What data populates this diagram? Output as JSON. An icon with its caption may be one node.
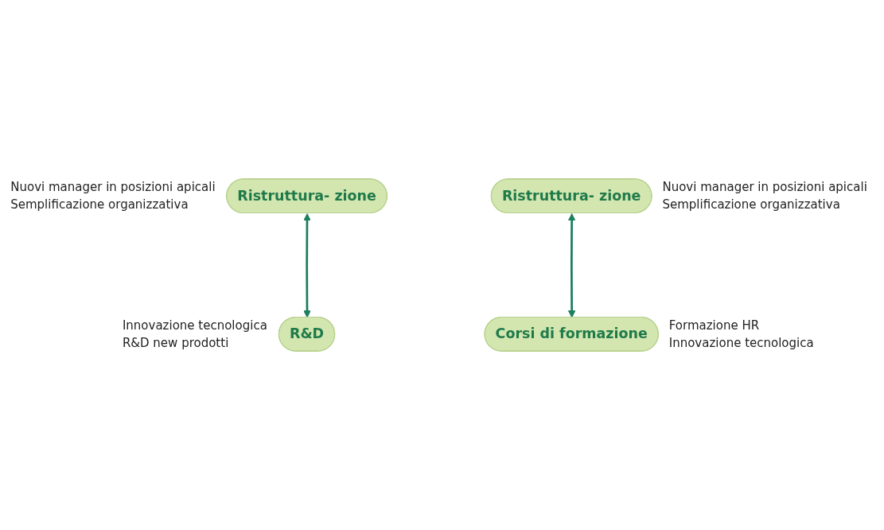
{
  "diagram": {
    "nodes": [
      {
        "text": [
          "Ristruttura- zione"
        ],
        "beside": [
          "Nuovi manager in posizioni apicali",
          "Semplificazione organizzativa"
        ]
      },
      {
        "text": [
          "Ristruttura- zione"
        ],
        "beside": [
          "Nuovi manager in posizioni apicali",
          "Semplificazione organizzativa"
        ]
      },
      {
        "text": [
          "Corsi di formazione"
        ],
        "beside": [
          "Formazione HR",
          "Innovazione tecnologica"
        ]
      },
      {
        "text": [
          "R&D"
        ],
        "beside": [
          "Innovazione tecnologica",
          "R&D new prodotti"
        ]
      }
    ],
    "edges": [
      {
        "from": 0,
        "to": 3,
        "arrow": "both"
      },
      {
        "from": 1,
        "to": 2,
        "arrow": "both"
      }
    ]
  }
}
